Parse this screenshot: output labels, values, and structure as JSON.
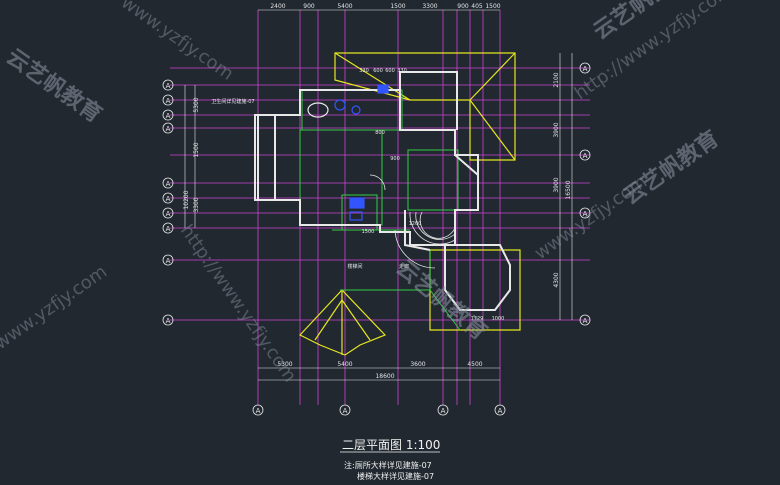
{
  "drawing": {
    "title": "二层平面图 1:100",
    "notes": [
      "注:厕所大样详见建施-07",
      "楼梯大样详见建施-07"
    ],
    "top_dims": [
      "2400",
      "900",
      "5400",
      "1500",
      "3300",
      "900",
      "405",
      "1500"
    ],
    "bottom_dims": [
      "5300",
      "5400",
      "3600",
      "4500"
    ],
    "bottom_total": "18600",
    "right_dims": [
      "2100",
      "3900",
      "3900",
      "4300"
    ],
    "right_total": "16500",
    "left_dims": [
      "5300",
      "1500",
      "3300"
    ],
    "left_total": "10200",
    "axis_bubble": "A",
    "room_dims": [
      "330",
      "600",
      "600",
      "330",
      "800",
      "900",
      "1500",
      "1200",
      "1729",
      "1000"
    ],
    "annotations": [
      "卫生间详见建施-07",
      "楼梯间",
      "走廊"
    ]
  },
  "watermark": {
    "brand": "云艺帆教育",
    "site": "www.yzfjy.com",
    "url": "http://www.yzfjy.com"
  },
  "colors": {
    "background": "#212830",
    "wall": "#e8e8e8",
    "grid": "#d043d6",
    "roof": "#e6e620",
    "green": "#33cc44",
    "blue": "#3355ff"
  }
}
